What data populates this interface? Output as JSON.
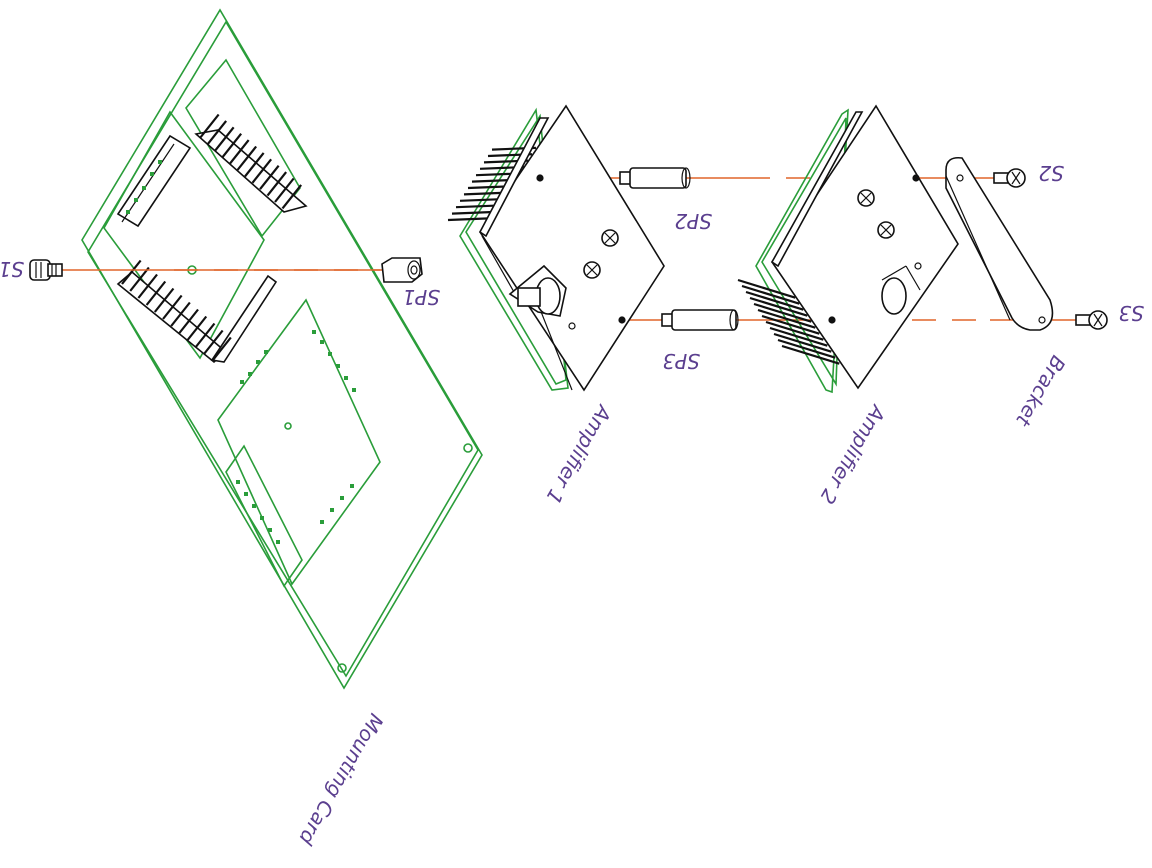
{
  "colors": {
    "board": "#2a9d3a",
    "axis": "#e0652a",
    "label": "#5b3f8f",
    "line": "#111111"
  },
  "labels": {
    "mounting_card": "Mounting Card",
    "amplifier_1": "Amplifier 1",
    "amplifier_2": "Amplifier 2",
    "bracket": "Bracket",
    "s1": "S1",
    "s2": "S2",
    "s3": "S3",
    "sp1": "SP1",
    "sp2": "SP2",
    "sp3": "SP3"
  }
}
